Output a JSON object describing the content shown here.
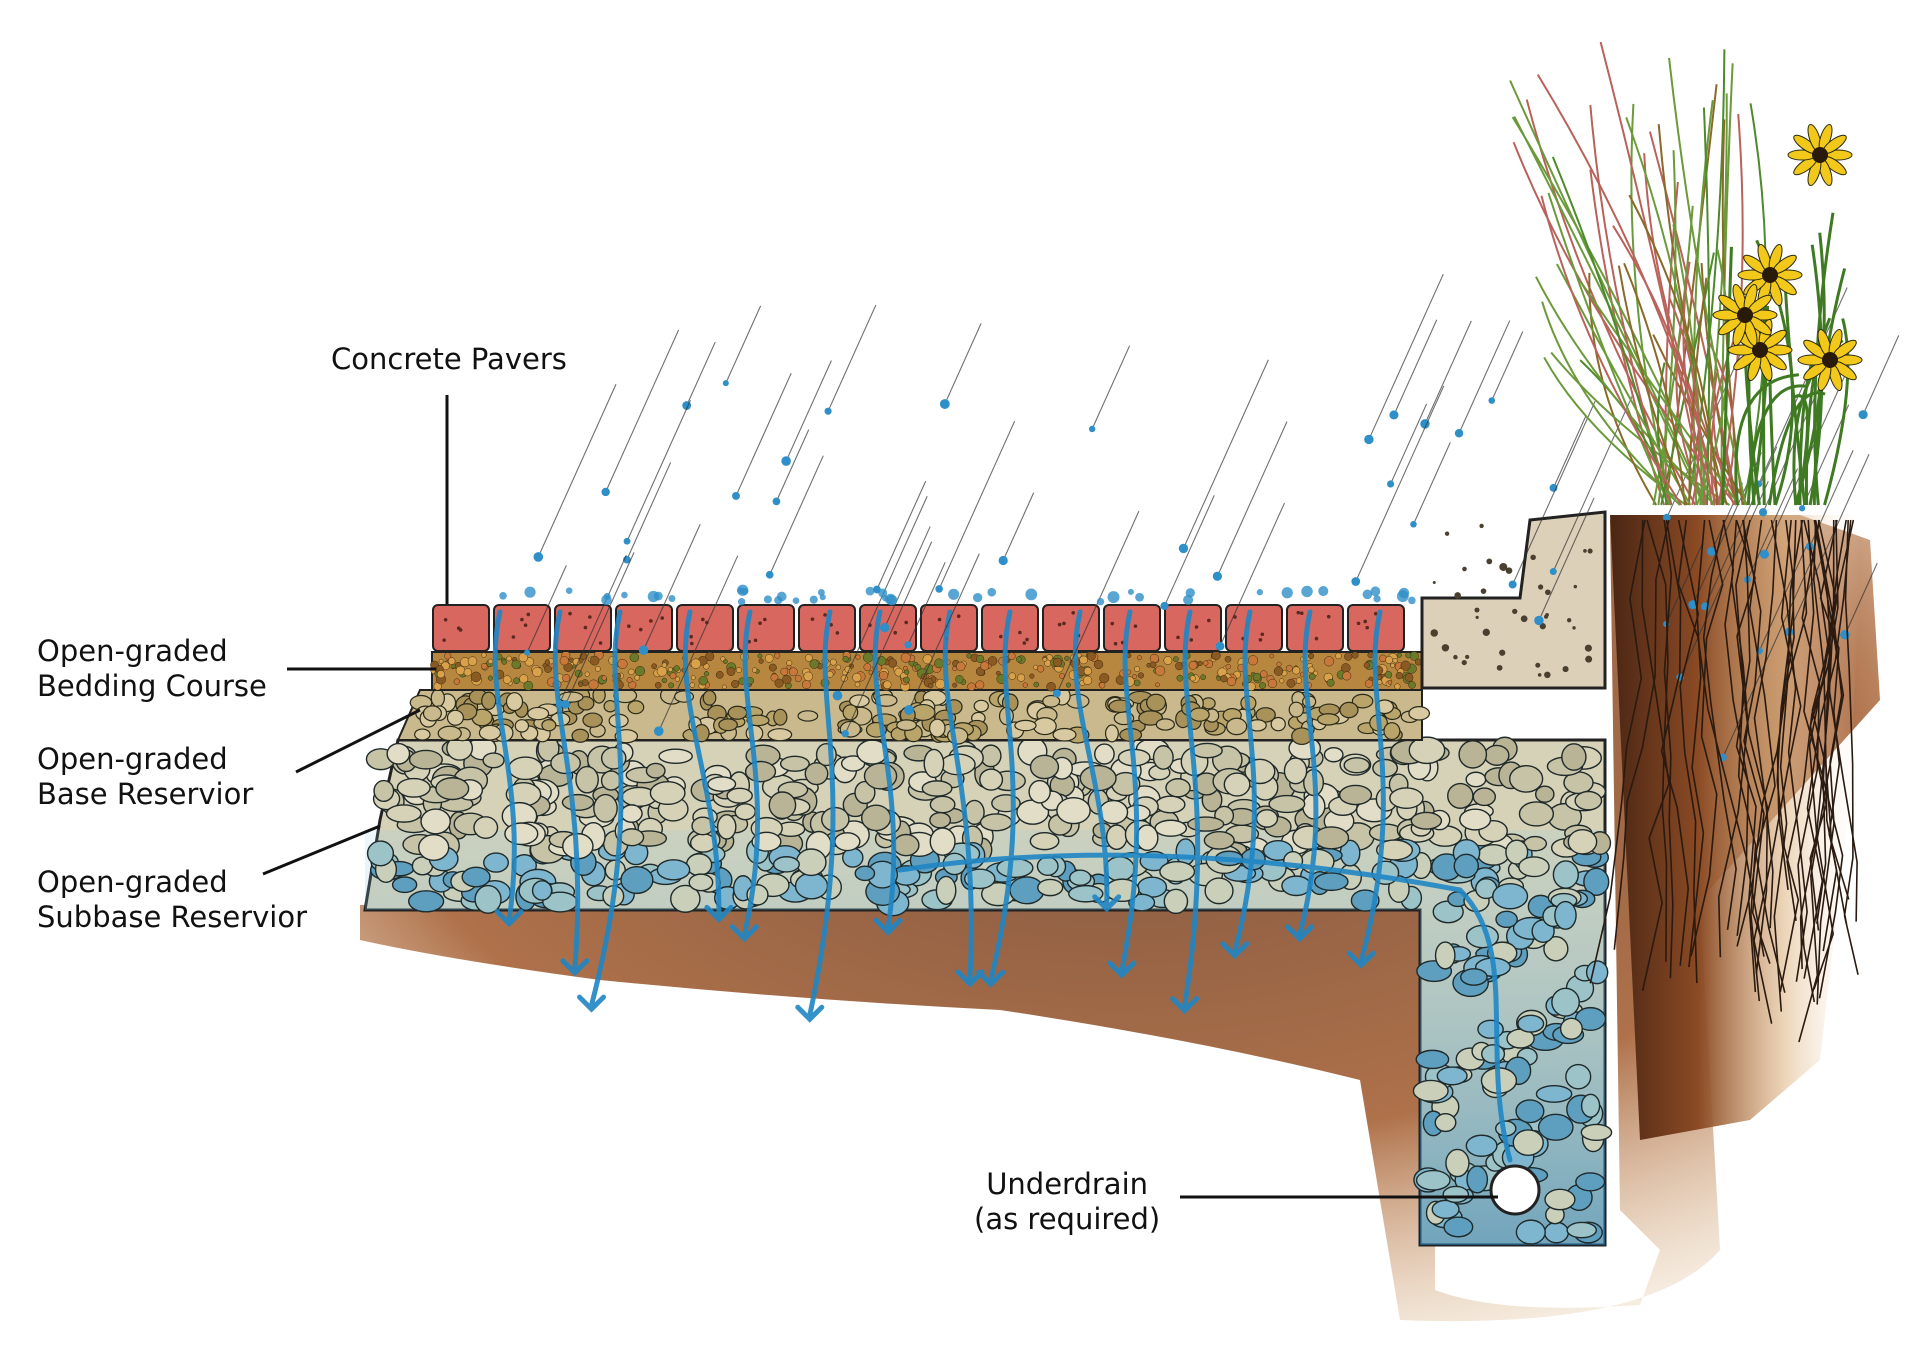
{
  "labels": {
    "pavers": "Concrete Pavers",
    "bedding": [
      "Open-graded",
      "Bedding Course"
    ],
    "base": [
      "Open-graded",
      "Base Reservior"
    ],
    "subbase": [
      "Open-graded",
      "Subbase Reservior"
    ],
    "underdrain": [
      "Underdrain",
      "(as required)"
    ]
  },
  "colors": {
    "paver": "#d8675f",
    "bedding": "#b8873f",
    "base_stone": "#c9b98c",
    "subbase_stone": "#d6d2b8",
    "water": "#2f8fc8",
    "soil": "#8a4a2a",
    "curb": "#ddd0b8",
    "vegetation": "#4d8a2a",
    "flower": "#f2c81a"
  }
}
